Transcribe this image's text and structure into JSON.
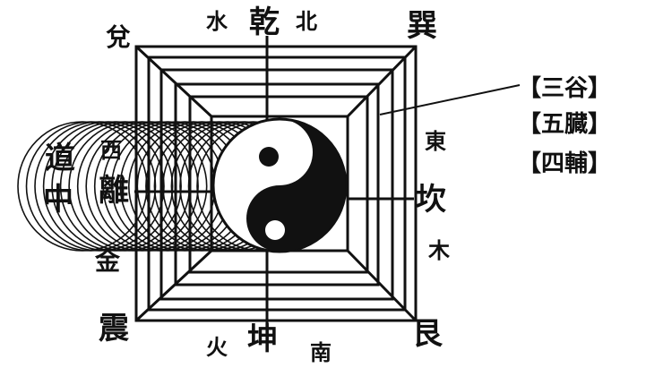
{
  "trigrams": {
    "qian": "乾",
    "xun": "巽",
    "dui": "兌",
    "kan": "坎",
    "li": "離",
    "zhen": "震",
    "kun": "坤",
    "gen": "艮"
  },
  "directions": {
    "north": "北",
    "south": "南",
    "east": "東",
    "west": "西",
    "center": "中"
  },
  "elements": {
    "water": "水",
    "fire": "火",
    "wood": "木",
    "metal": "金"
  },
  "dao": "道",
  "callouts": [
    "【三谷】",
    "【五臓】",
    "【四輔】"
  ],
  "colors": {
    "ink": "#111111",
    "paper": "#ffffff"
  }
}
